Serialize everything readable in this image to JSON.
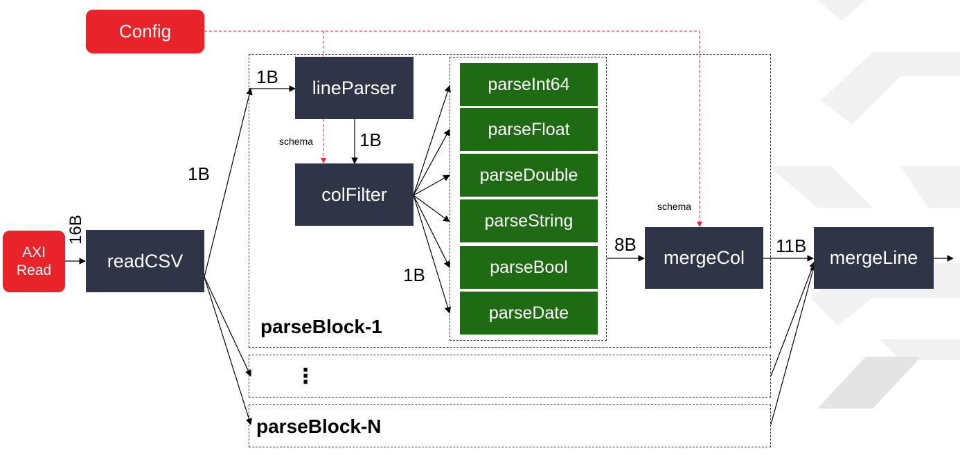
{
  "blocks": {
    "config": "Config",
    "axi_read": "AXI\nRead",
    "read_csv": "readCSV",
    "line_parser": "lineParser",
    "col_filter": "colFilter",
    "merge_col": "mergeCol",
    "merge_line": "mergeLine"
  },
  "parsers": [
    "parseInt64",
    "parseFloat",
    "parseDouble",
    "parseString",
    "parseBool",
    "parseDate"
  ],
  "groups": {
    "block_first": "parseBlock-1",
    "ellipsis": "⋮",
    "block_last": "parseBlock-N"
  },
  "edge_labels": {
    "axi_to_readcsv": "16B",
    "readcsv_to_blocks": "1B",
    "into_lineparser": "1B",
    "lineparser_to_colfilter": "1B",
    "colfilter_to_parsers": "1B",
    "parsers_to_mergecol": "8B",
    "mergecol_to_mergeline": "11B",
    "schema_colfilter": "schema",
    "schema_mergecol": "schema"
  },
  "colors": {
    "navy": "#2f3447",
    "red": "#e8232a",
    "green": "#1f6b14",
    "config_line": "#e8232a"
  }
}
